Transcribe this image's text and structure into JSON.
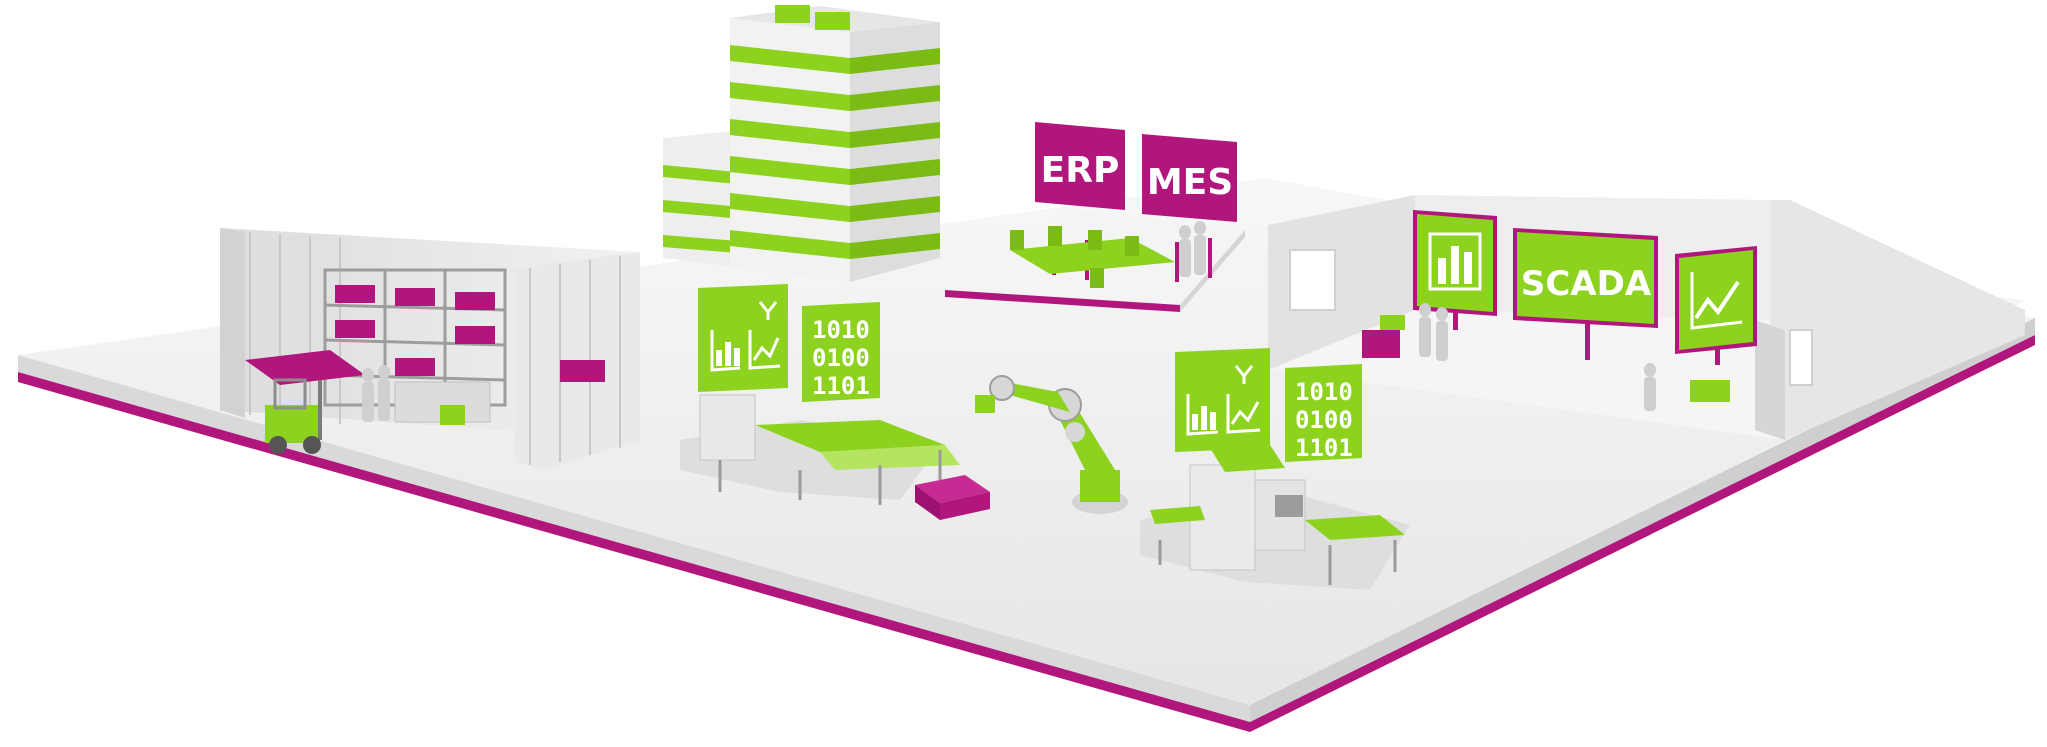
{
  "signs": {
    "erp": "ERP",
    "mes": "MES",
    "scada": "SCADA",
    "binary_left": [
      "1010",
      "0100",
      "1101"
    ],
    "binary_right": [
      "1010",
      "0100",
      "1101"
    ]
  },
  "colors": {
    "accent_magenta": "#b0167c",
    "accent_green": "#8cd21e",
    "floor": "#efefef",
    "walls": "#e4e4e4"
  },
  "icons": [
    "bar-chart-icon",
    "line-chart-icon",
    "robot-gripper-icon"
  ]
}
